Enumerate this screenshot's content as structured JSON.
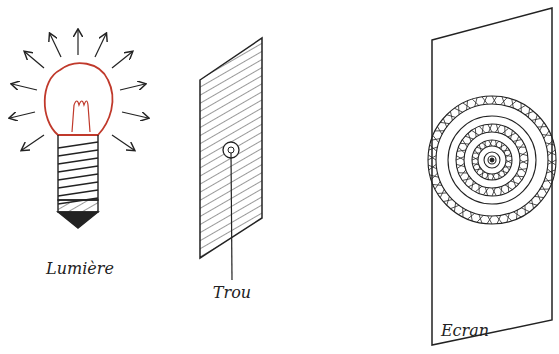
{
  "diagram": {
    "labels": [
      "Lumière",
      "Trou",
      "Ecran"
    ]
  }
}
